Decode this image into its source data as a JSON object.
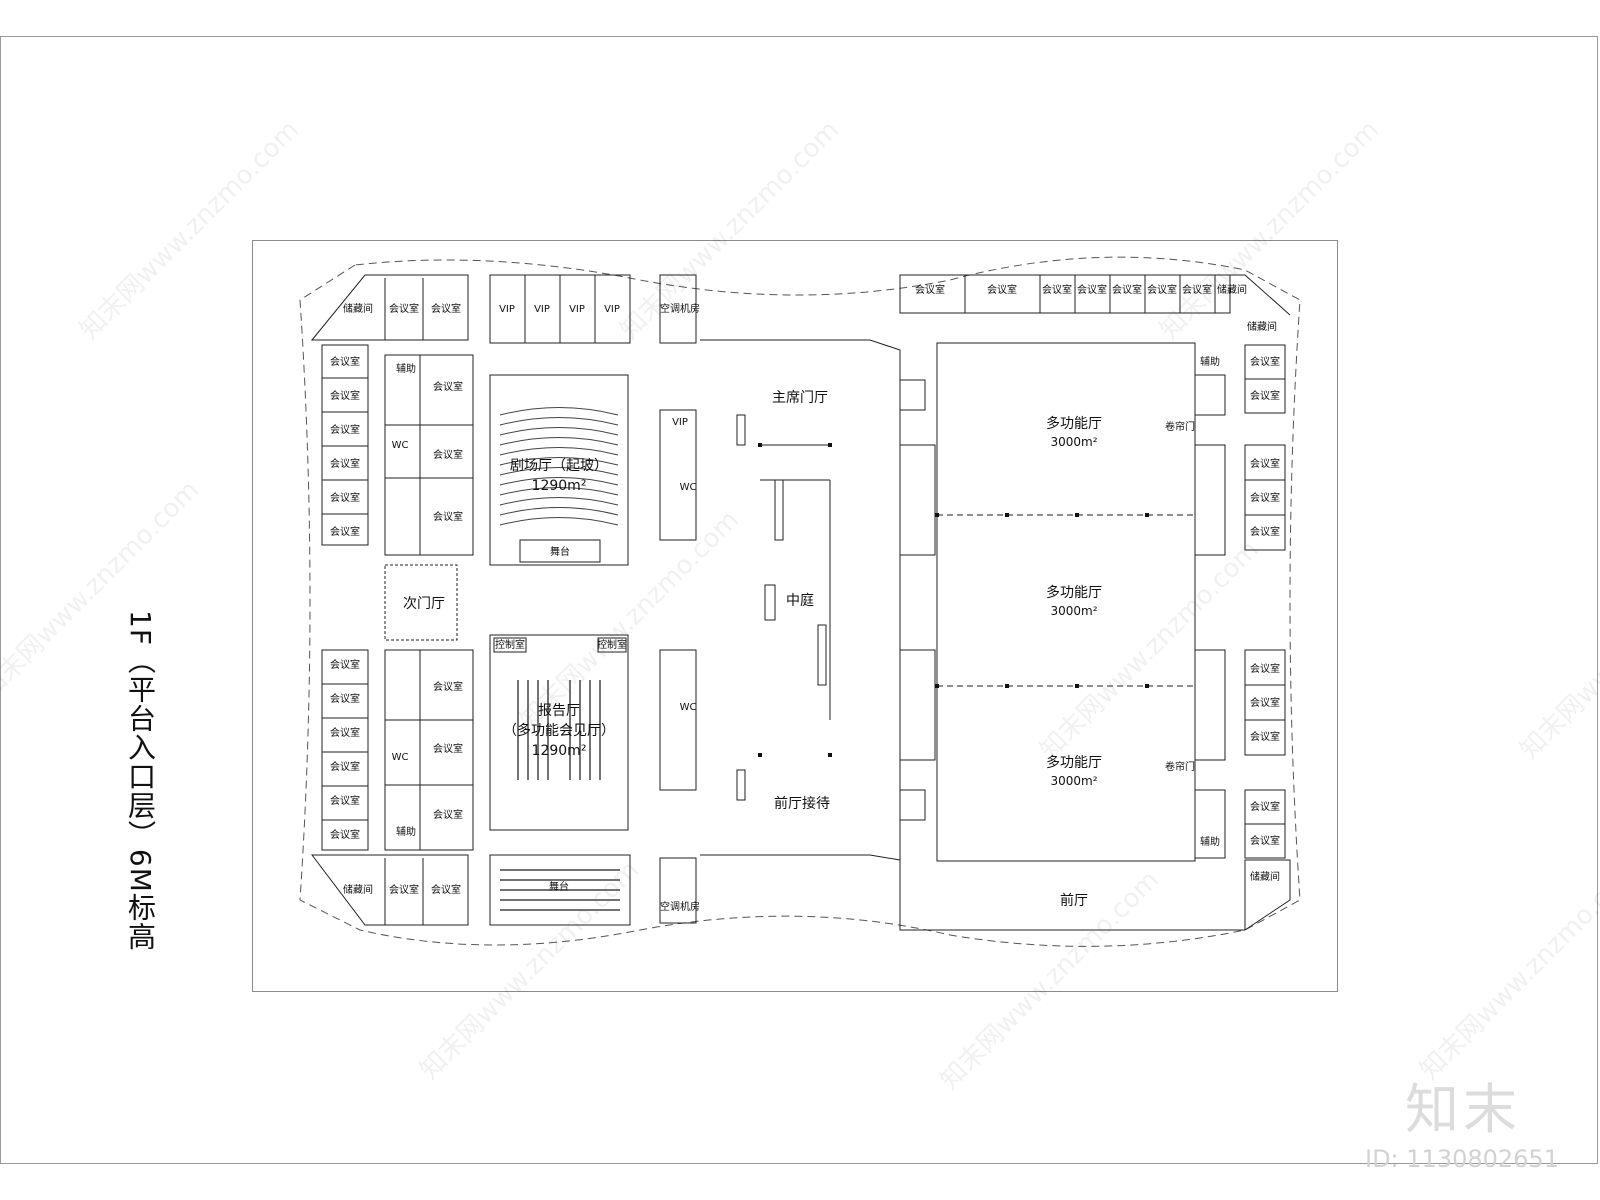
{
  "drawing": {
    "title": "1F（平台入口层）6M标高",
    "brand": "知末",
    "id_label": "ID: 1130802651",
    "watermark": "知末网www.znzmo.com"
  },
  "rooms": {
    "storage": "储藏间",
    "meeting": "会议室",
    "vip": "VIP",
    "hvac": "空调机房",
    "aux": "辅助",
    "wc": "WC",
    "control": "控制室",
    "stage": "舞台",
    "rolling_door": "卷帘门",
    "stage2": "舞台"
  },
  "halls": {
    "theater": "剧场厅（起坡）",
    "theater_area": "1290m²",
    "lecture": "报告厅",
    "lecture_sub": "（多功能会见厅）",
    "lecture_area": "1290m²",
    "secondary_lobby": "次门厅",
    "main_lobby": "主席门厅",
    "atrium": "中庭",
    "reception": "前厅接待",
    "front_hall": "前厅",
    "multi1": "多功能厅",
    "multi1_area": "3000m²",
    "multi2": "多功能厅",
    "multi2_area": "3000m²",
    "multi3": "多功能厅",
    "multi3_area": "3000m²"
  }
}
